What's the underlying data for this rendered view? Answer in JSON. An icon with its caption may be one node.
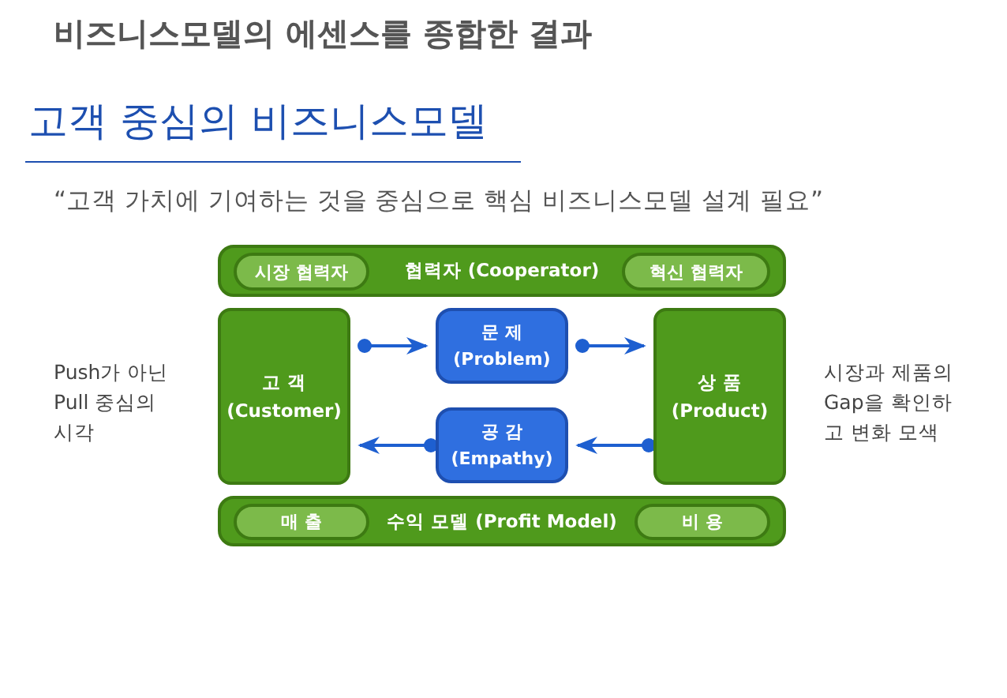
{
  "diagram": {
    "title": "비즈니스모델의 에센스를 종합한 결과",
    "nodes": [
      {
        "text": [
          "협력자 (Cooperator)"
        ]
      },
      {
        "text": [
          "시장 협력자"
        ],
        "in": 0
      },
      {
        "text": [
          "혁신 협력자"
        ],
        "in": 0
      },
      {
        "text": [
          "고 객 (Customer)"
        ]
      },
      {
        "text": [
          "문 제 (Problem)"
        ]
      },
      {
        "text": [
          "상 품 (Product)"
        ]
      },
      {
        "text": [
          "공 감 (Empathy)"
        ]
      },
      {
        "text": [
          "수익 모델 (Profit Model)"
        ]
      },
      {
        "text": [
          "매 출"
        ],
        "in": 7
      },
      {
        "text": [
          "비 용"
        ],
        "in": 7
      }
    ],
    "edges": [
      {
        "from": 3,
        "to": 4,
        "arrow": "to"
      },
      {
        "from": 4,
        "to": 5,
        "arrow": "to"
      },
      {
        "from": 5,
        "to": 6,
        "arrow": "to"
      },
      {
        "from": 6,
        "to": 3,
        "arrow": "to"
      }
    ],
    "labels": [
      "고객 중심의 비즈니스모델",
      "“고객 가치에 기여하는 것을 중심으로 핵심 비즈니스모델 설계 필요”",
      "Push가 아닌 Pull 중심의 시각",
      "시장과 제품의 Gap을 확인하고 변화 모색"
    ]
  }
}
